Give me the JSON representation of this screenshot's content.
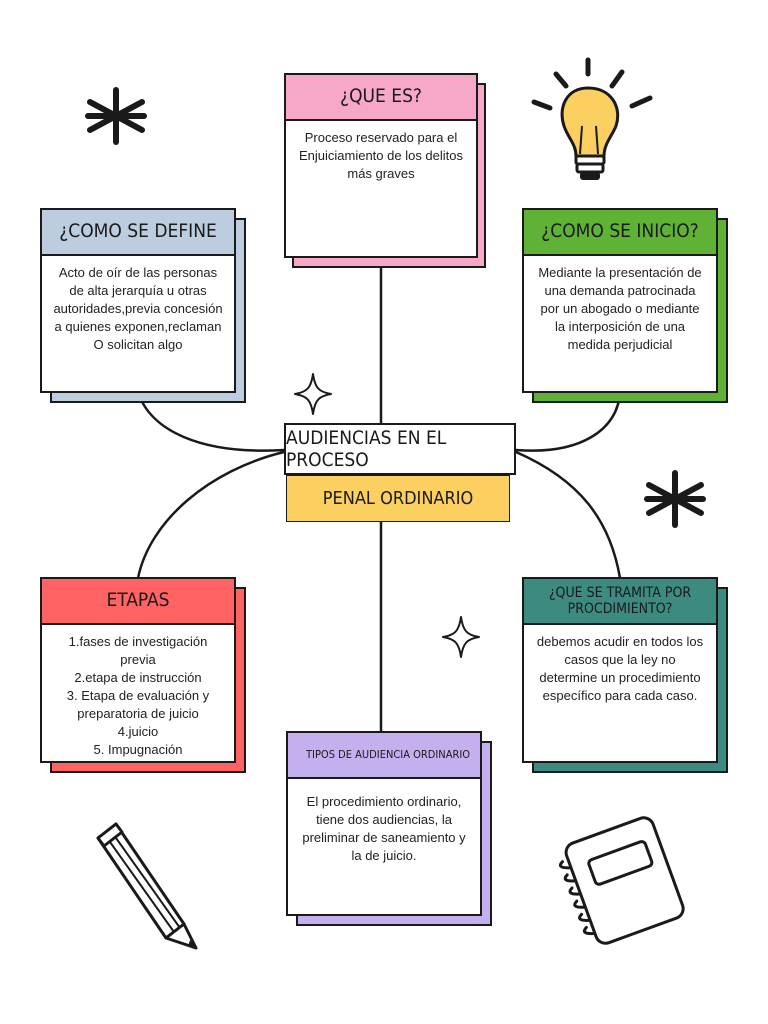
{
  "title": {
    "line1": "AUDIENCIAS EN EL PROCESO",
    "line2": "PENAL ORDINARIO",
    "line2_color": "#fbd061"
  },
  "cards": {
    "que_es": {
      "heading": "¿QUE ES?",
      "text": "Proceso reservado para el\nEnjuiciamiento de los delitos\nmás graves",
      "color": "#f7a8c8"
    },
    "como_se_define": {
      "heading": "¿COMO SE DEFINE",
      "text": "Acto  de oír de las personas\nde alta jerarquía u otras\nautoridades,previa concesión\na quienes exponen,reclaman\nO solicitan algo",
      "color": "#bccde0"
    },
    "como_se_inicio": {
      "heading": "¿COMO SE INICIO?",
      "text": "Mediante la presentación de\nuna demanda patrocinada\npor un abogado o mediante\nla interposición de una\nmedida perjudicial",
      "color": "#5fb236"
    },
    "etapas": {
      "heading": "ETAPAS",
      "text": "1.fases de investigación\nprevia\n2.etapa de instrucción\n3. Etapa de evaluación y\npreparatoria de juicio\n4.juicio\n5. Impugnación",
      "color": "#ff6363"
    },
    "que_se_tramita": {
      "heading": "¿QUE SE TRAMITA POR\nPROCDIMIENTO?",
      "text": "debemos acudir en todos los\ncasos que la ley no\ndetermine un procedimiento\nespecífico para cada caso.",
      "color": "#3d8b80"
    },
    "tipos": {
      "heading": "TIPOS DE AUDIENCIA ORDINARIO",
      "text": "El procedimiento ordinario,\ntiene dos audiencias, la\npreliminar de saneamiento y\nla de juicio.",
      "color": "#c4b0ee"
    }
  },
  "icons": [
    "asterisk-icon",
    "lightbulb-icon",
    "sparkle-icon",
    "pencil-icon",
    "notebook-icon"
  ]
}
